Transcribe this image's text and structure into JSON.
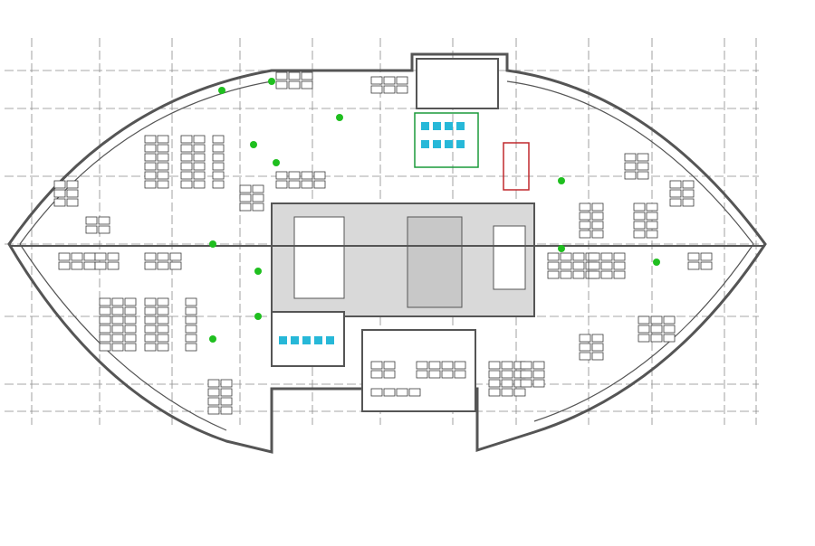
{
  "drawing": {
    "type": "architectural-floor-plan",
    "colors": {
      "wall": "#555555",
      "grid": "#8a8a8a",
      "core_fill": "#d9d9d9",
      "furniture": "#3a3a3a",
      "plants": "#1fbf1f",
      "sanitary": "#27b8d8",
      "highlight": "#c0282d"
    },
    "icons": [
      "desk-cluster",
      "meeting-table",
      "plant",
      "toilet",
      "stair"
    ]
  }
}
